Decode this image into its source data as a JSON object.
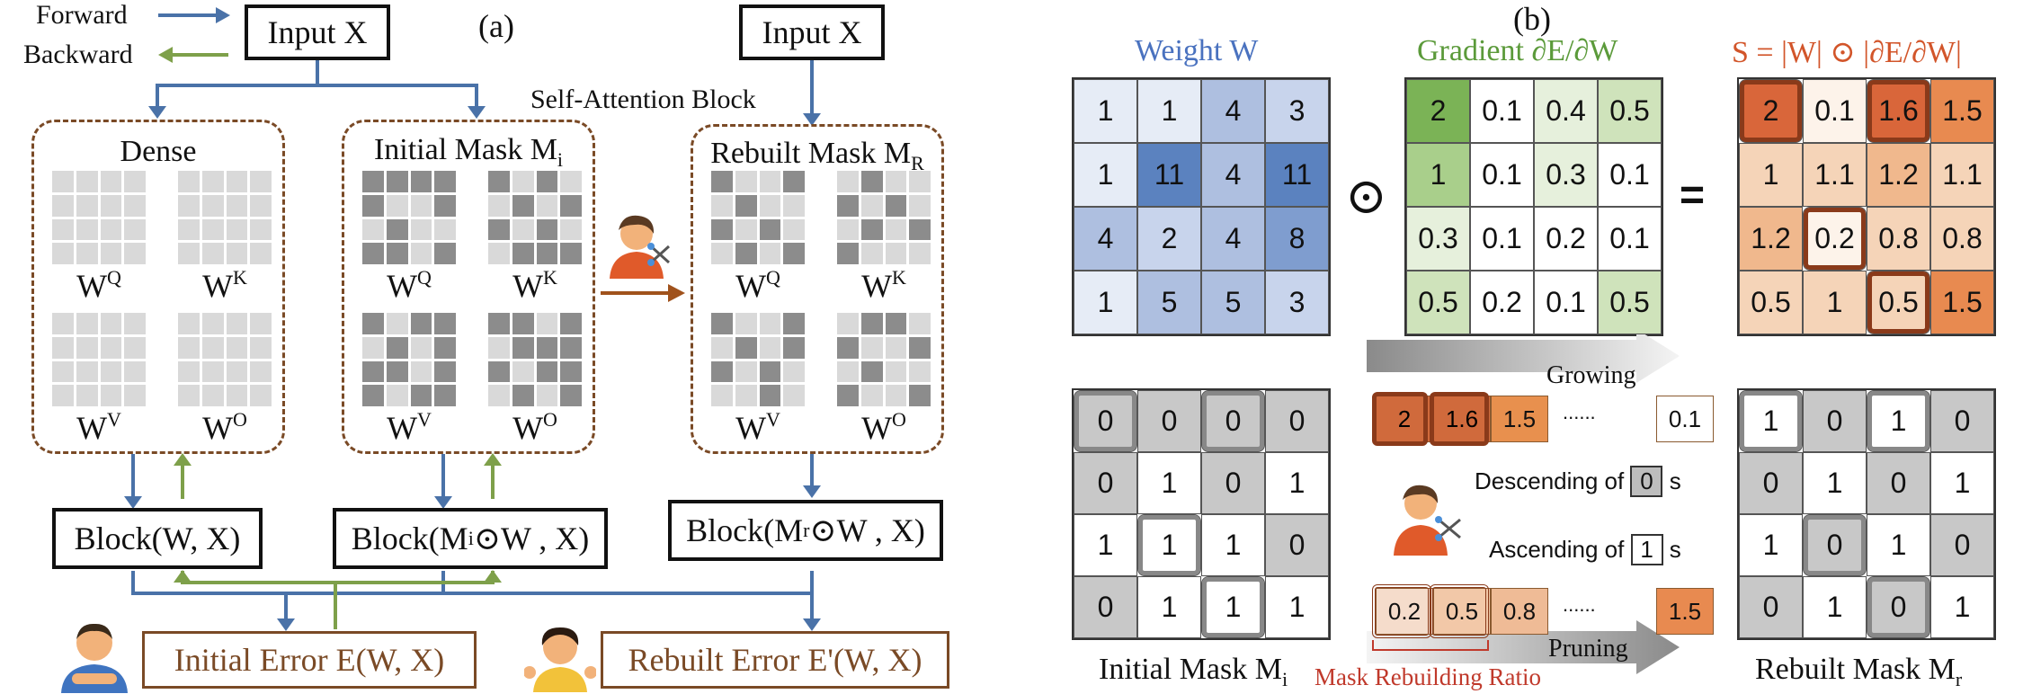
{
  "legend": {
    "forward": "Forward",
    "backward": "Backward",
    "forward_color": "#4a72a8",
    "backward_color": "#7ea04a"
  },
  "panel_a": {
    "label": "(a)",
    "input_left": "Input X",
    "input_right": "Input X",
    "self_attention_label": "Self-Attention Block",
    "dense_title": "Dense",
    "initial_mask_title": "Initial Mask M",
    "initial_mask_sub": "i",
    "rebuilt_mask_title": "Rebuilt Mask M",
    "rebuilt_mask_sub": "R",
    "weights": [
      "Q",
      "K",
      "V",
      "O"
    ],
    "block_dense": "Block(W, X)",
    "block_initial": "Block(M",
    "block_initial_sub": "i",
    "block_initial_rest": "⊙W , X)",
    "block_rebuilt": "Block(M",
    "block_rebuilt_sub": "r",
    "block_rebuilt_rest": "⊙W , X)",
    "initial_error": "Initial Error E(W, X)",
    "rebuilt_error": "Rebuilt Error E'(W, X)",
    "dense_pattern": [
      [
        0,
        0,
        0,
        0
      ],
      [
        0,
        0,
        0,
        0
      ],
      [
        0,
        0,
        0,
        0
      ],
      [
        0,
        0,
        0,
        0
      ]
    ],
    "initial_patterns": {
      "Q": [
        [
          1,
          1,
          1,
          1
        ],
        [
          1,
          0,
          0,
          1
        ],
        [
          0,
          1,
          0,
          0
        ],
        [
          1,
          1,
          0,
          1
        ]
      ],
      "K": [
        [
          1,
          0,
          1,
          0
        ],
        [
          0,
          1,
          0,
          1
        ],
        [
          1,
          0,
          1,
          0
        ],
        [
          0,
          1,
          1,
          1
        ]
      ],
      "V": [
        [
          1,
          0,
          1,
          1
        ],
        [
          0,
          1,
          0,
          1
        ],
        [
          1,
          1,
          0,
          1
        ],
        [
          1,
          0,
          1,
          1
        ]
      ],
      "O": [
        [
          1,
          1,
          0,
          1
        ],
        [
          0,
          1,
          1,
          1
        ],
        [
          1,
          0,
          1,
          1
        ],
        [
          0,
          1,
          0,
          1
        ]
      ]
    },
    "rebuilt_patterns": {
      "Q": [
        [
          1,
          0,
          0,
          1
        ],
        [
          0,
          1,
          0,
          0
        ],
        [
          1,
          0,
          1,
          0
        ],
        [
          0,
          1,
          0,
          1
        ]
      ],
      "K": [
        [
          0,
          1,
          0,
          0
        ],
        [
          1,
          0,
          1,
          0
        ],
        [
          0,
          1,
          0,
          1
        ],
        [
          1,
          0,
          0,
          0
        ]
      ],
      "V": [
        [
          1,
          0,
          0,
          1
        ],
        [
          0,
          1,
          0,
          1
        ],
        [
          1,
          0,
          1,
          0
        ],
        [
          0,
          0,
          1,
          0
        ]
      ],
      "O": [
        [
          0,
          1,
          1,
          0
        ],
        [
          1,
          0,
          0,
          1
        ],
        [
          0,
          1,
          0,
          0
        ],
        [
          1,
          0,
          0,
          1
        ]
      ]
    }
  },
  "panel_b": {
    "label": "(b)",
    "weight_title": "Weight W",
    "gradient_title": "Gradient ∂E/∂W",
    "score_title": "S = |W| ⊙ |∂E/∂W|",
    "odot": "⊙",
    "equals": "=",
    "weight": [
      [
        "1",
        "1",
        "4",
        "3"
      ],
      [
        "1",
        "11",
        "4",
        "11"
      ],
      [
        "4",
        "2",
        "4",
        "8"
      ],
      [
        "1",
        "5",
        "5",
        "3"
      ]
    ],
    "weight_shade": [
      [
        0,
        0,
        2,
        1
      ],
      [
        0,
        4,
        2,
        4
      ],
      [
        2,
        1,
        2,
        3
      ],
      [
        0,
        2,
        2,
        1
      ]
    ],
    "gradient": [
      [
        "2",
        "0.1",
        "0.4",
        "0.5"
      ],
      [
        "1",
        "0.1",
        "0.3",
        "0.1"
      ],
      [
        "0.3",
        "0.1",
        "0.2",
        "0.1"
      ],
      [
        "0.5",
        "0.2",
        "0.1",
        "0.5"
      ]
    ],
    "gradient_shade": [
      [
        4,
        0,
        1,
        2
      ],
      [
        3,
        0,
        1,
        0
      ],
      [
        1,
        0,
        0,
        0
      ],
      [
        2,
        0,
        0,
        2
      ]
    ],
    "score": [
      [
        "2",
        "0.1",
        "1.6",
        "1.5"
      ],
      [
        "1",
        "1.1",
        "1.2",
        "1.1"
      ],
      [
        "1.2",
        "0.2",
        "0.8",
        "0.8"
      ],
      [
        "0.5",
        "1",
        "0.5",
        "1.5"
      ]
    ],
    "score_shade": [
      [
        4,
        0,
        4,
        3
      ],
      [
        1,
        1,
        2,
        1
      ],
      [
        2,
        0,
        1,
        1
      ],
      [
        1,
        1,
        1,
        3
      ]
    ],
    "initial_mask": [
      [
        "0",
        "0",
        "0",
        "0"
      ],
      [
        "0",
        "1",
        "0",
        "1"
      ],
      [
        "1",
        "1",
        "1",
        "0"
      ],
      [
        "0",
        "1",
        "1",
        "1"
      ]
    ],
    "rebuilt_mask": [
      [
        "1",
        "0",
        "1",
        "0"
      ],
      [
        "0",
        "1",
        "0",
        "1"
      ],
      [
        "1",
        "0",
        "1",
        "0"
      ],
      [
        "0",
        "1",
        "0",
        "1"
      ]
    ],
    "initial_mask_label": "Initial Mask M",
    "initial_mask_sub": "i",
    "rebuilt_mask_label": "Rebuilt Mask M",
    "rebuilt_mask_sub": "r",
    "growing_label": "Growing",
    "pruning_label": "Pruning",
    "growing_chips": [
      "2",
      "1.6",
      "1.5"
    ],
    "growing_last": "0.1",
    "pruning_chips": [
      "0.2",
      "0.5",
      "0.8"
    ],
    "pruning_last": "1.5",
    "dots": "......",
    "descending_text": "Descending of",
    "descending_box": "0",
    "descending_suffix": "s",
    "ascending_text": "Ascending of",
    "ascending_box": "1",
    "ascending_suffix": "s",
    "ratio_label": "Mask Rebuilding Ratio",
    "colors": {
      "blue_title": "#4a72bf",
      "green_title": "#5b9a3a",
      "orange_title": "#d2552a",
      "ratio": "#c0392b"
    }
  }
}
